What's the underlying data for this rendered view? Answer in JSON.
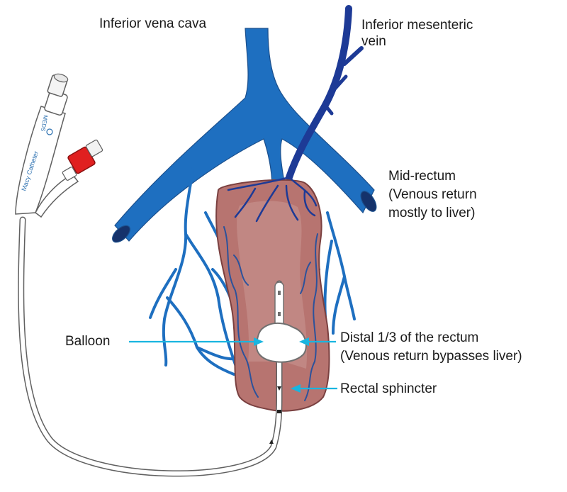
{
  "labels": {
    "ivc": "Inferior vena cava",
    "imv": [
      "Inferior mesenteric",
      "vein"
    ],
    "mid_rectum": [
      "Mid-rectum",
      "(Venous return",
      "mostly to liver)"
    ],
    "balloon": "Balloon",
    "distal": [
      "Distal 1/3 of the rectum",
      "(Venous return bypasses liver)"
    ],
    "sphincter": "Rectal sphincter"
  },
  "device_text": {
    "brand": "MEDS",
    "name": "Macy Catheter"
  },
  "colors": {
    "vein": "#1e6fc0",
    "vein_outline": "#1b4f8c",
    "mesenteric": "#1d3a96",
    "rectum": "#b77470",
    "rectum_outline": "#7a4040",
    "arrow": "#19b5e0",
    "cap": "#e02020"
  }
}
